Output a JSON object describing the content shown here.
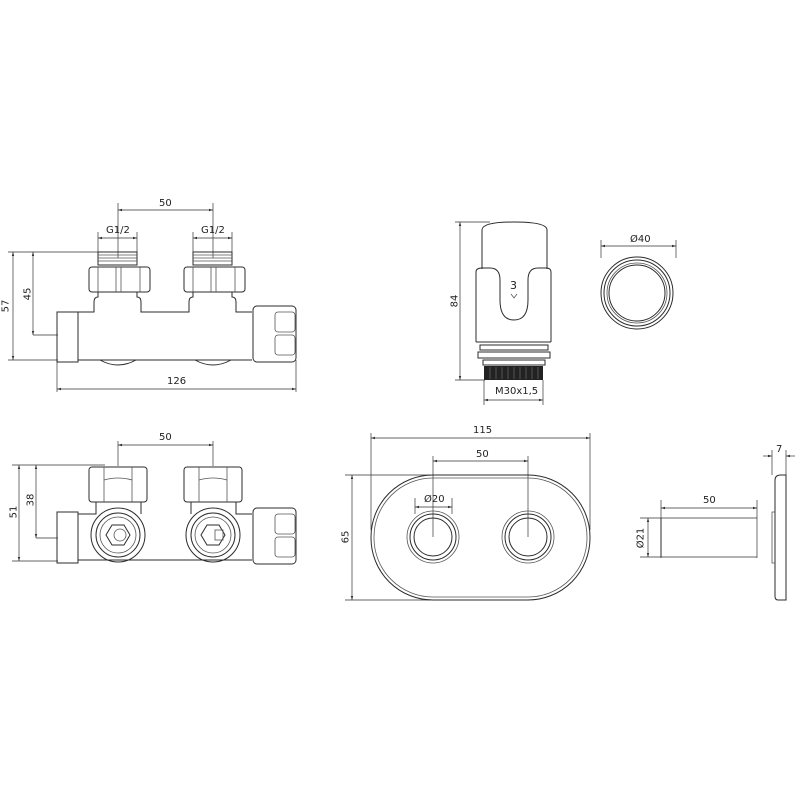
{
  "views": {
    "valve_front": {
      "dims": {
        "pitch": "50",
        "thread_left": "G1/2",
        "thread_right": "G1/2",
        "height_total": "57",
        "height_axis": "45",
        "length": "126"
      }
    },
    "thermostat_head_side": {
      "dims": {
        "height": "84",
        "thread": "M30x1,5"
      },
      "scale_mark": "3"
    },
    "thermostat_head_top": {
      "dims": {
        "diameter": "Ø40"
      }
    },
    "valve_top": {
      "dims": {
        "pitch": "50",
        "height_total": "51",
        "height_axis": "38"
      }
    },
    "cover_plate_front": {
      "dims": {
        "width": "115",
        "pitch": "50",
        "hole_diameter": "Ø20",
        "height": "65"
      }
    },
    "pipe_sleeve": {
      "dims": {
        "length": "50",
        "diameter": "Ø21"
      }
    },
    "cover_plate_side": {
      "dims": {
        "thickness": "7"
      }
    }
  }
}
